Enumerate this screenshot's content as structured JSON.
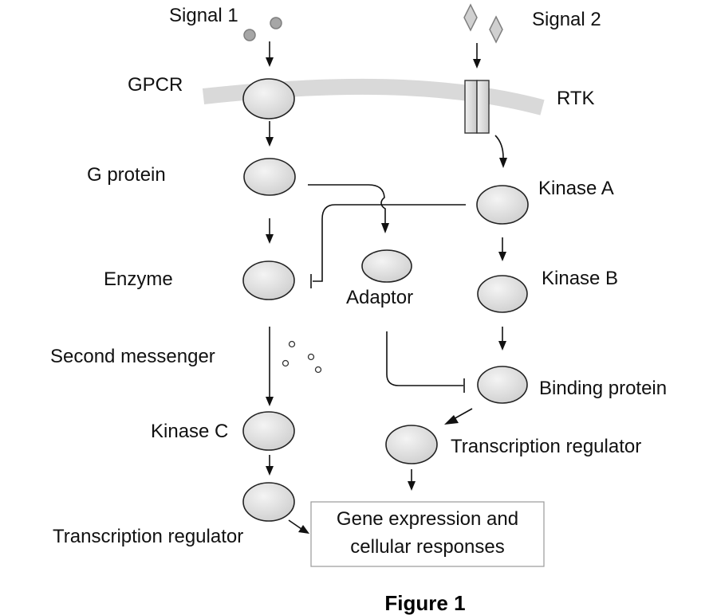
{
  "labels": {
    "signal1": "Signal 1",
    "signal2": "Signal 2",
    "gpcr": "GPCR",
    "rtk": "RTK",
    "g_protein": "G protein",
    "kinase_a": "Kinase A",
    "enzyme": "Enzyme",
    "adaptor": "Adaptor",
    "kinase_b": "Kinase B",
    "second_messenger": "Second messenger",
    "binding_protein": "Binding protein",
    "kinase_c": "Kinase C",
    "transcription_regulator_right": "Transcription regulator",
    "transcription_regulator_left": "Transcription regulator",
    "gene_expression_line1": "Gene expression and",
    "gene_expression_line2": "cellular responses"
  },
  "caption": "Figure 1",
  "colors": {
    "membrane": "#d9d9d9",
    "oval_fill_light": "#f4f4f4",
    "oval_fill_dark": "#cfcfcf",
    "signal_molecule": "#a6a6a6"
  }
}
